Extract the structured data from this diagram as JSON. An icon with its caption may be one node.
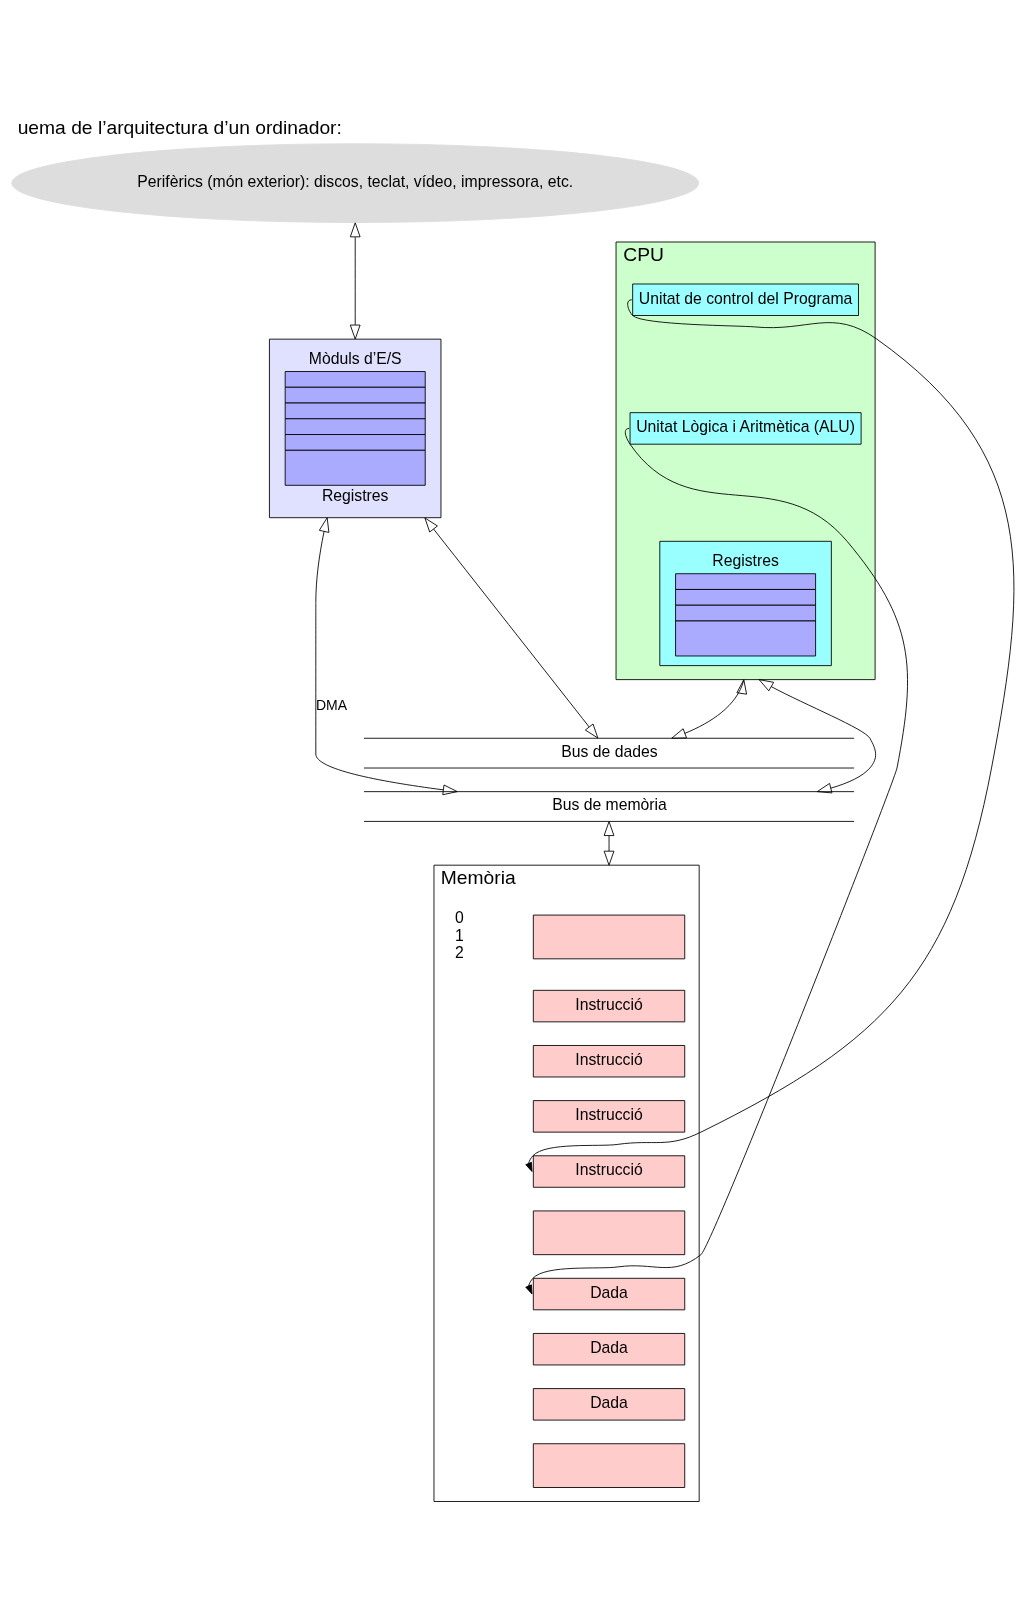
{
  "diagram": {
    "title": "uema de l’arquitectura d’un ordinador:",
    "nodes": [
      {
        "text": [
          "Perifèrics (món exterior): discos, teclat, vídeo, impressora, etc."
        ]
      },
      {
        "text": [
          "CPU"
        ]
      },
      {
        "text": [
          "Unitat de control del Programa"
        ],
        "in": 1
      },
      {
        "text": [
          "Unitat Lògica i Aritmètica (ALU)"
        ],
        "in": 1
      },
      {
        "text": [
          "Registres"
        ],
        "in": 1
      },
      {
        "text": [
          "Mòduls d’E/S",
          "Registres"
        ]
      },
      {
        "text": [
          "Bus de dades"
        ]
      },
      {
        "text": [
          "Bus de memòria"
        ]
      },
      {
        "text": [
          "Memòria"
        ],
        "beside": [
          "0",
          "1",
          "2"
        ]
      },
      {
        "text": [],
        "shape": "box",
        "in": 8
      },
      {
        "text": [
          "Instrucció"
        ],
        "in": 8
      },
      {
        "text": [
          "Instrucció"
        ],
        "in": 8
      },
      {
        "text": [
          "Instrucció"
        ],
        "in": 8
      },
      {
        "text": [
          "Instrucció"
        ],
        "in": 8
      },
      {
        "text": [],
        "shape": "box",
        "in": 8
      },
      {
        "text": [
          "Dada"
        ],
        "in": 8
      },
      {
        "text": [
          "Dada"
        ],
        "in": 8
      },
      {
        "text": [
          "Dada"
        ],
        "in": 8
      },
      {
        "text": [],
        "shape": "box",
        "in": 8
      }
    ],
    "edges": [
      {
        "from": 0,
        "to": 5,
        "arrow": "both"
      },
      {
        "from": 1,
        "to": 7,
        "arrow": "both"
      },
      {
        "from": 1,
        "to": 6,
        "arrow": "both"
      },
      {
        "from": 5,
        "to": 6,
        "arrow": "both"
      },
      {
        "from": 5,
        "to": 7,
        "arrow": "both",
        "label": "DMA"
      },
      {
        "from": 7,
        "to": 8,
        "arrow": "both"
      },
      {
        "from": 2,
        "to": 13,
        "arrow": "to"
      },
      {
        "from": 3,
        "to": 15,
        "arrow": "to"
      }
    ]
  }
}
